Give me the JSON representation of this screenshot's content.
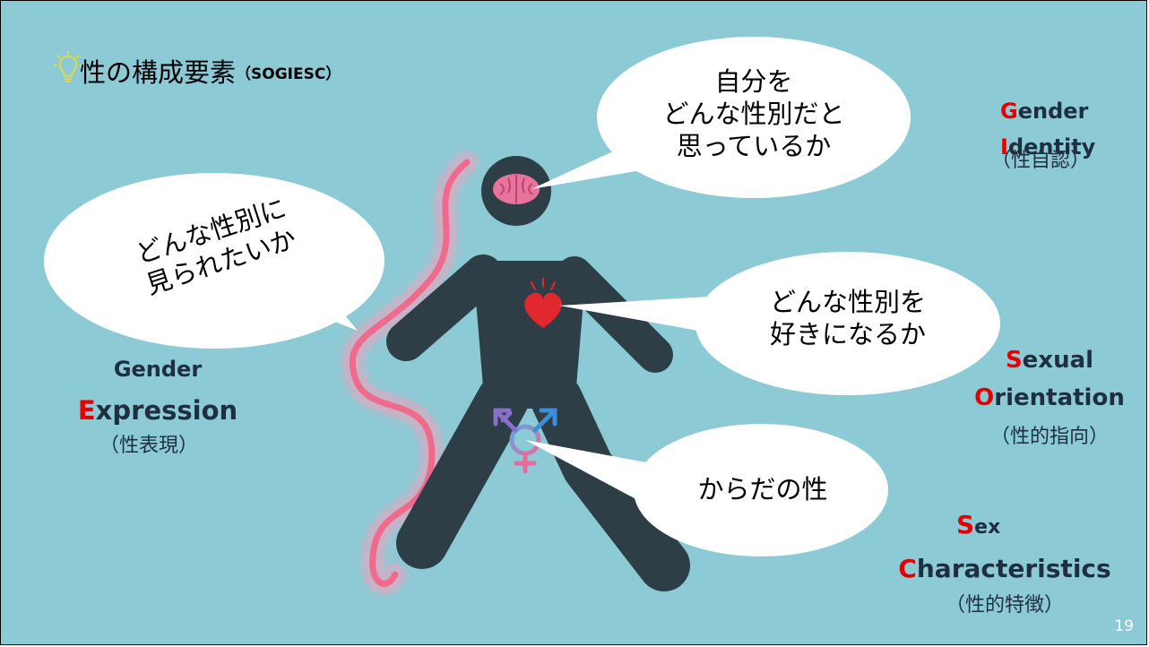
{
  "slide": {
    "title": "性の構成要素",
    "title_paren_open": "（",
    "title_sub": "SOGIESC",
    "title_paren_close": "）",
    "page_number": "19"
  },
  "bubbles": {
    "identity": [
      "自分を",
      "どんな性別だと",
      "思っているか"
    ],
    "expression": [
      "どんな性別に",
      "見られたいか"
    ],
    "orientation": [
      "どんな性別を",
      "好きになるか"
    ],
    "body": [
      "からだの性"
    ]
  },
  "labels": {
    "gender_identity": {
      "line1_cap": "G",
      "line1_rest": "ender",
      "line2_cap": "I",
      "line2_rest": "dentity",
      "jp": "（性自認）"
    },
    "gender_expression": {
      "line1": "Gender",
      "line2_cap": "E",
      "line2_rest": "xpression",
      "jp": "（性表現）"
    },
    "sexual_orientation": {
      "line1_cap": "S",
      "line1_rest": "exual",
      "line2_cap": "O",
      "line2_rest": "rientation",
      "jp": "（性的指向）"
    },
    "sex_characteristics": {
      "line1_cap": "S",
      "line1_rest": "ex",
      "line2_cap": "C",
      "line2_rest": "haracteristics",
      "jp": "（性的特徴）"
    }
  },
  "icons": [
    "lightbulb-icon",
    "brain-icon",
    "heart-icon",
    "transgender-symbol-icon"
  ],
  "colors": {
    "background": "#8ccad6",
    "figure": "#2e3e46",
    "accent_red": "#e60000",
    "label_text": "#1f2f3f",
    "wave": "#f06a8c"
  }
}
